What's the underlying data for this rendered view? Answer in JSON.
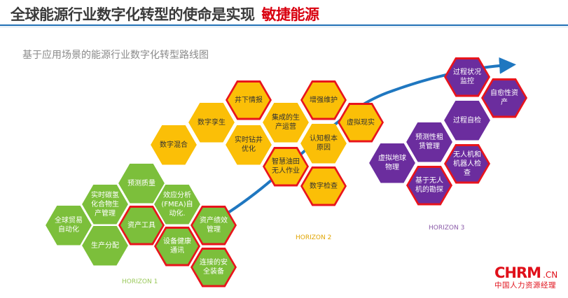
{
  "header": {
    "title_main": "全球能源行业数字化转型的使命是实现",
    "title_accent": "敏捷能源",
    "subtitle": "基于应用场景的能源行业数字化转型路线图"
  },
  "colors": {
    "horizon1": "#7cbf3b",
    "horizon2": "#fbbf07",
    "horizon3": "#6b2d9e",
    "highlight_border": "#e8141c",
    "arrow": "#1f77c0",
    "accent": "#d9000f"
  },
  "horizon1": {
    "label": "HORIZON 1",
    "items": [
      "全球贸易\n自动化",
      "实时碳氢\n化合物生\n产管理",
      "预测质量",
      "生产分配",
      "资产工具",
      "效应分析\n(FMEA)自\n动化.",
      "设备健康\n通讯",
      "资产绩效\n管理",
      "连接的安\n全装备"
    ]
  },
  "horizon2": {
    "label": "HORIZON 2",
    "items": [
      "数字混合",
      "数字孪生",
      "井下情报",
      "实时钻井\n优化",
      "集成的生\n产运营",
      "智慧油田\n无人作业",
      "增强维护",
      "认知根本\n原因",
      "数字检查",
      "虚拟现实"
    ]
  },
  "horizon3": {
    "label": "HORIZON 3",
    "items": [
      "过程状况\n监控",
      "自愈性资\n产",
      "过程自检",
      "预测性租\n赁管理",
      "虚拟地球\n物理",
      "无人机和\n机器人检\n查",
      "基于无人\n机的勘探"
    ]
  },
  "logo": {
    "brand": "CHRM",
    "domain": ".CN",
    "tagline": "中国人力资源经理"
  }
}
